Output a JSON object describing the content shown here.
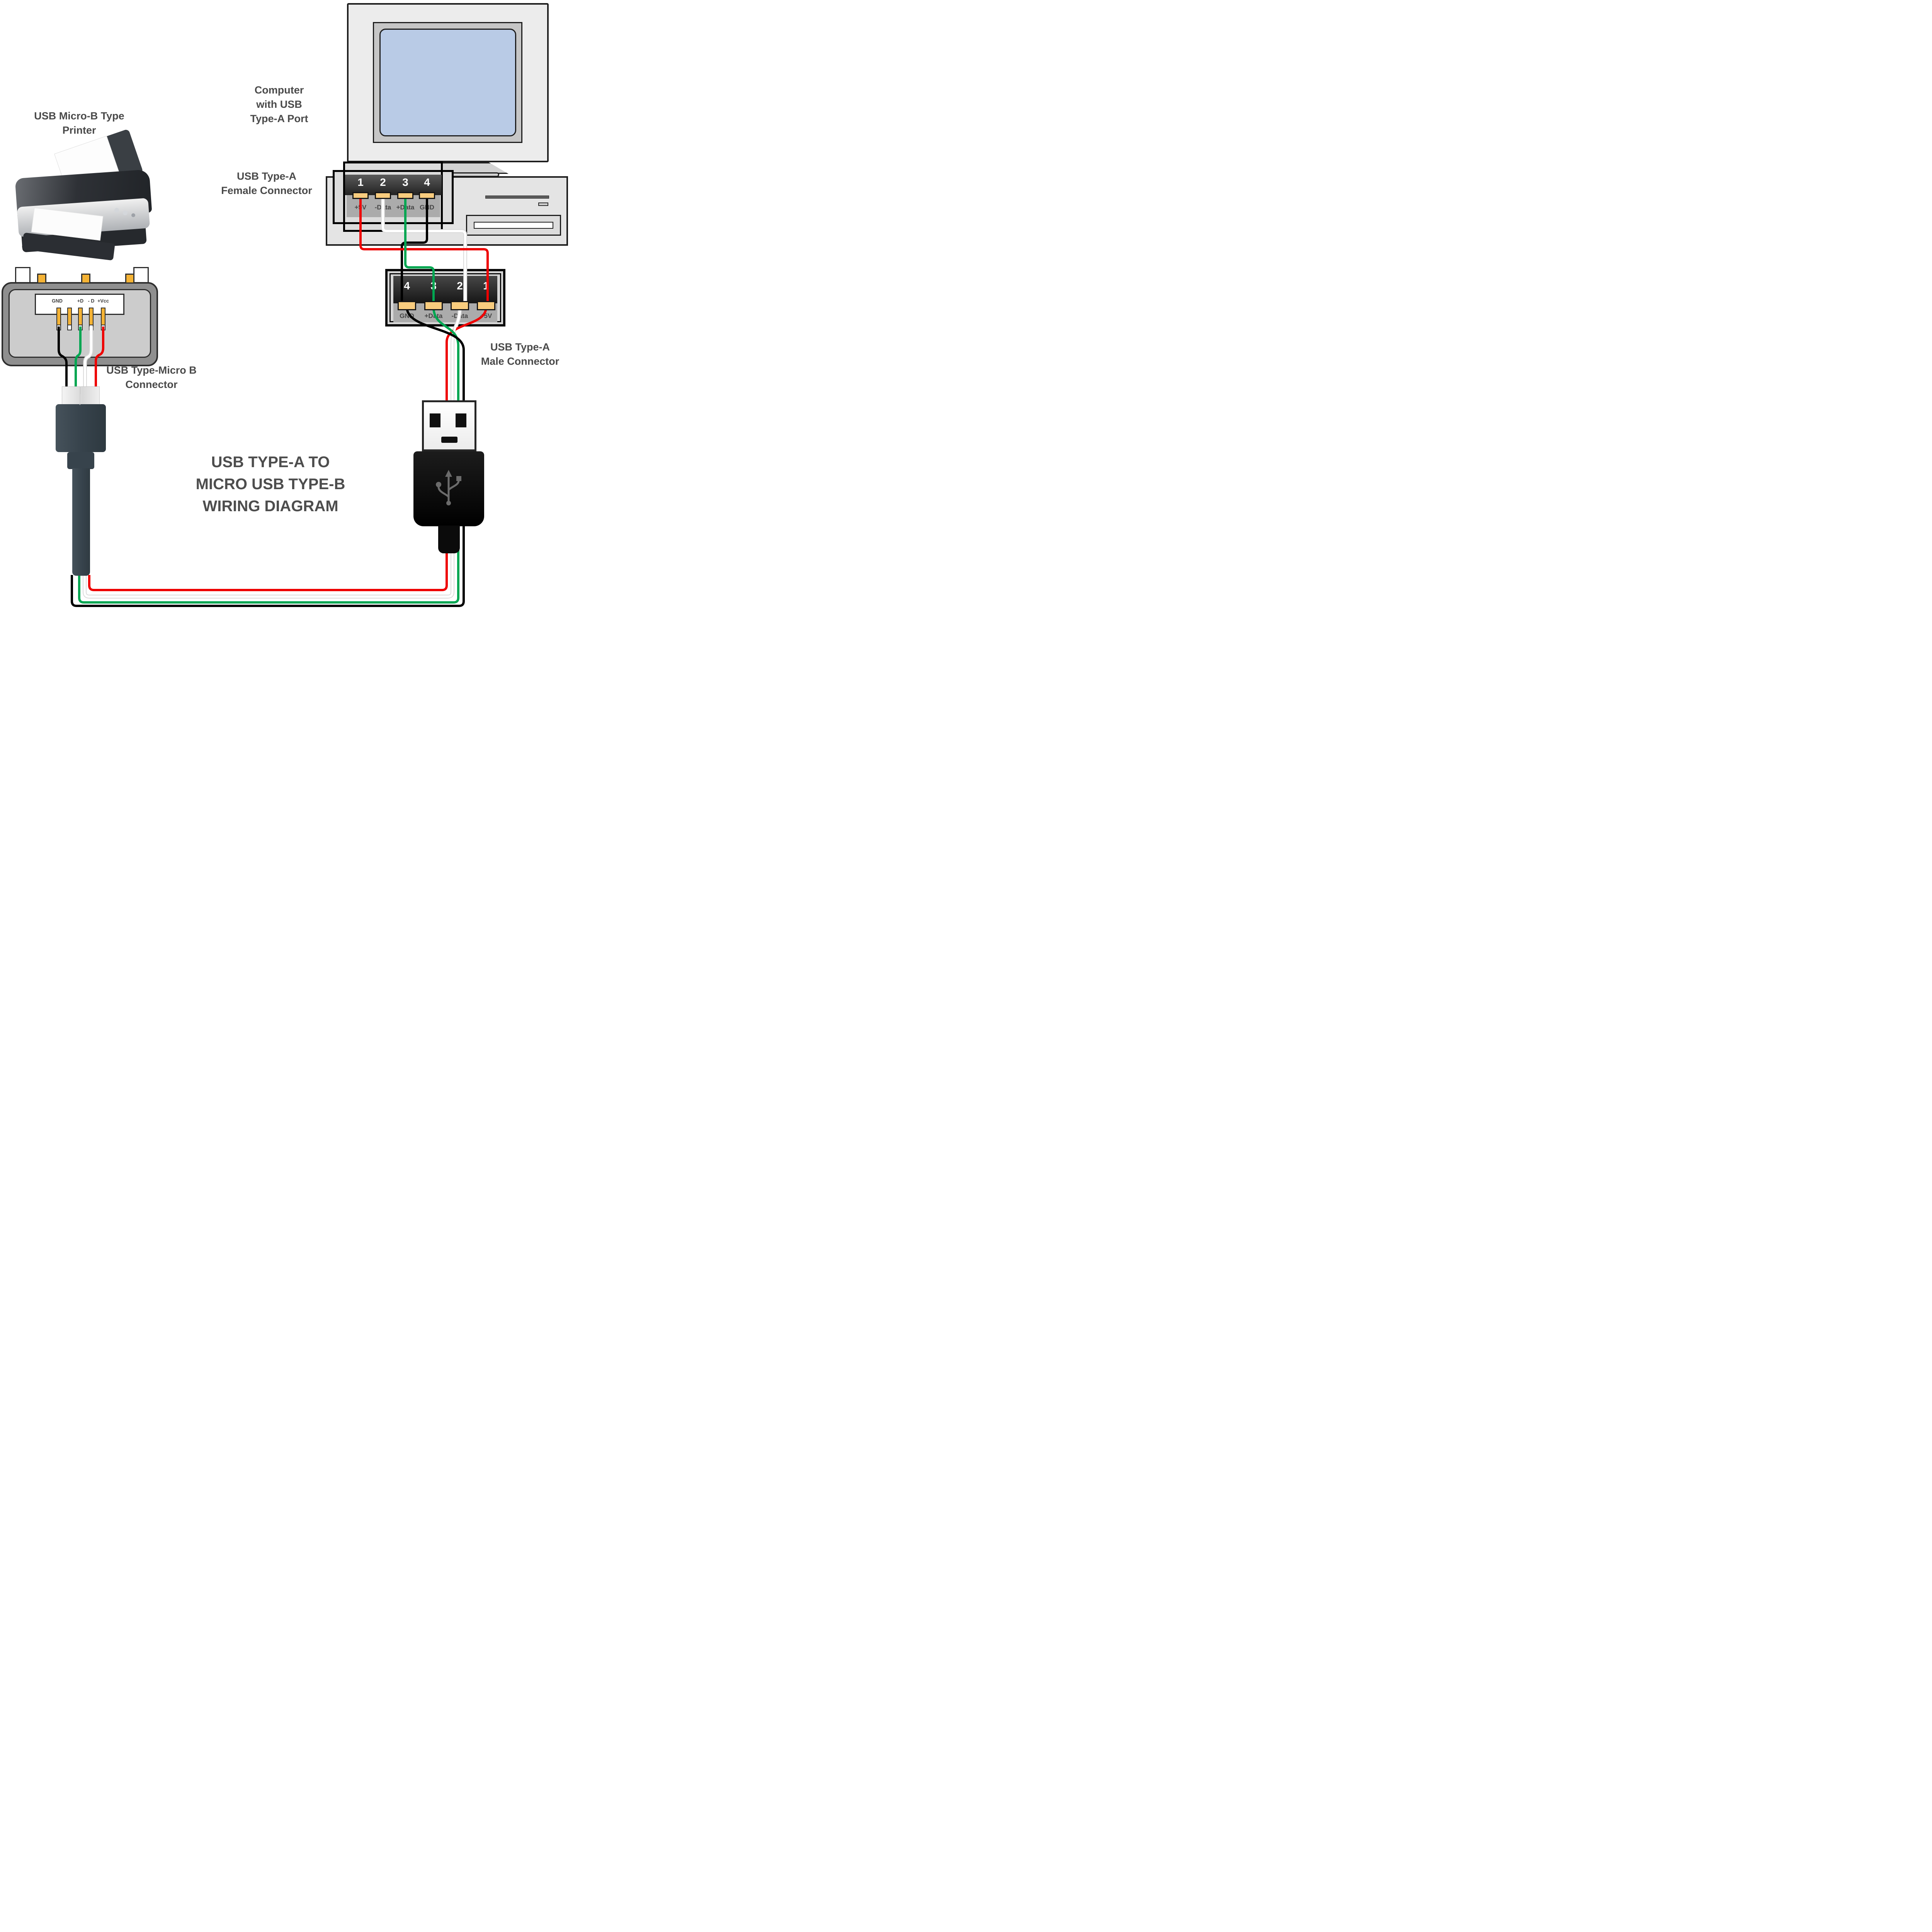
{
  "wires": {
    "red": "#EE0000",
    "green": "#00A651",
    "white": "#FFFFFF",
    "white_outline": "#DADADA",
    "black": "#000000"
  },
  "palette": {
    "pad_gold": "#F8CC7E",
    "pin_gold": "#F5B335",
    "screen_blue": "#B9CBE6",
    "label_gray": "#4A4A4A",
    "cable_slate": "#37434C"
  },
  "title": [
    "USB TYPE-A TO",
    "MICRO USB TYPE-B",
    "WIRING DIAGRAM"
  ],
  "labels": {
    "computer": [
      "Computer",
      "with USB",
      "Type-A Port"
    ],
    "printer": [
      "USB Micro-B Type",
      "Printer"
    ],
    "female": [
      "USB Type-A",
      "Female Connector"
    ],
    "micro": [
      "USB Type-Micro B",
      "Connector"
    ],
    "male": [
      "USB Type-A",
      "Male Connector"
    ]
  },
  "female_port": {
    "pins": [
      {
        "num": "1",
        "name": "+5V"
      },
      {
        "num": "2",
        "name": "-Data"
      },
      {
        "num": "3",
        "name": "+Data"
      },
      {
        "num": "4",
        "name": "GND"
      }
    ]
  },
  "male_plug": {
    "pins": [
      {
        "num": "4",
        "name": "GND"
      },
      {
        "num": "3",
        "name": "+Data"
      },
      {
        "num": "2",
        "name": "-Data"
      },
      {
        "num": "1",
        "name": "+5V"
      }
    ]
  },
  "micro_b": {
    "pin_labels": [
      "GND",
      "+D",
      "- D",
      "+Vcc"
    ]
  }
}
